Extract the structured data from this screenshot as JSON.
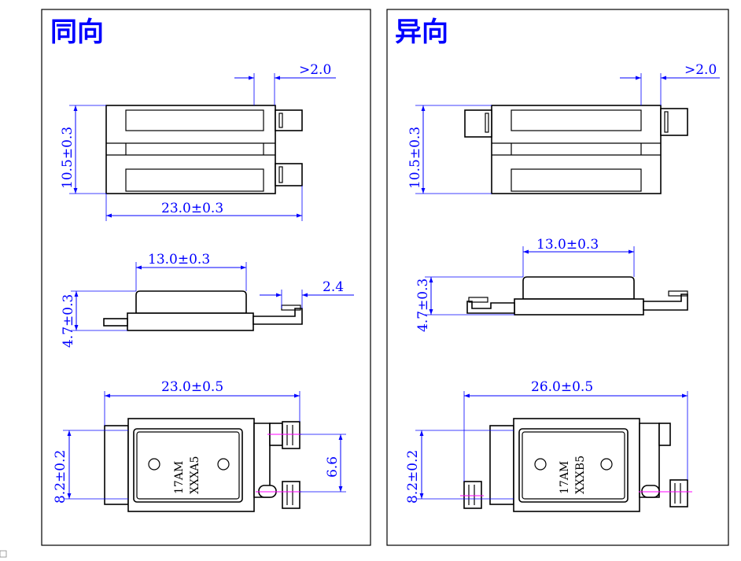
{
  "panels": {
    "same": {
      "title": "同向"
    },
    "opposite": {
      "title": "异向"
    }
  },
  "dims": {
    "gap": ">2.0",
    "height_top": "10.5±0.3",
    "length_body": "23.0±0.3",
    "cap_width": "13.0±0.3",
    "thickness": "4.7±0.3",
    "terminal": "2.4",
    "length_bottom_same": "23.0±0.5",
    "length_bottom_opposite": "26.0±0.5",
    "width_bottom": "8.2±0.2",
    "pitch": "6.6"
  },
  "markings": {
    "same": {
      "line1": "17AM",
      "line2": "XXXA5"
    },
    "opposite": {
      "line1": "17AM",
      "line2": "XXXB5"
    }
  },
  "colors": {
    "dimension": "#0000ff",
    "outline": "#000000",
    "centerline": "#ff00ff"
  }
}
